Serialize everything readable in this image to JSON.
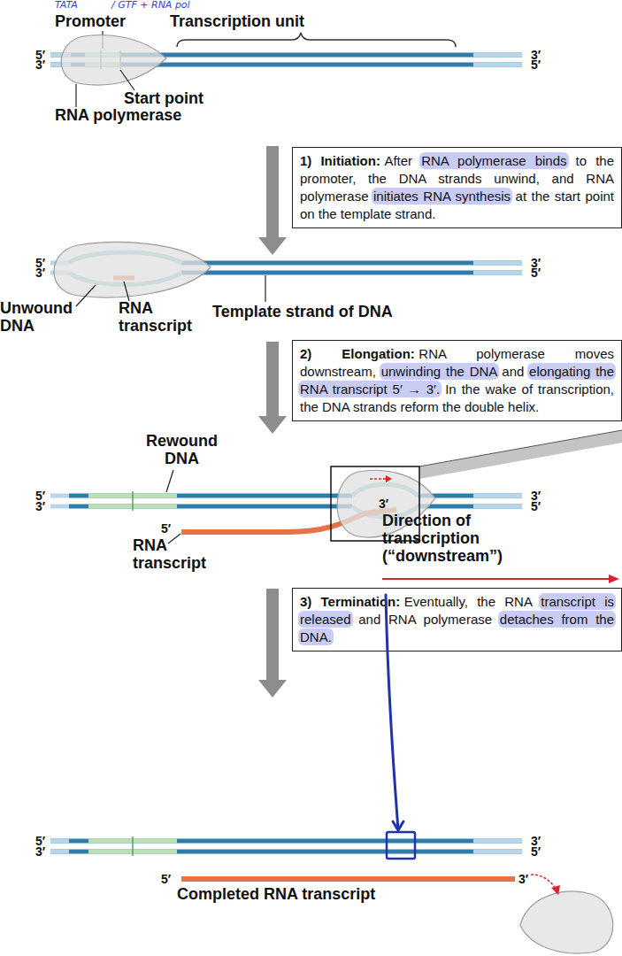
{
  "diagram": {
    "nodes": [
      {
        "text": [
          "1) Initiation:",
          "After RNA polymerase binds to the promoter, the DNA strands unwind, and RNA polymerase initiates RNA synthesis at the start point on the template strand."
        ]
      },
      {
        "text": [
          "2) Elongation:",
          "RNA polymerase moves downstream, unwinding the DNA and elongating the RNA transcript 5′ → 3′. In the wake of transcription, the DNA strands reform the double helix."
        ]
      },
      {
        "text": [
          "3) Termination:",
          "Eventually, the RNA transcript is released and RNA polymerase detaches from the DNA."
        ]
      }
    ],
    "labels": [
      "TATA",
      "/ GTF + RNA pol",
      "Promoter",
      "Transcription unit",
      "5′",
      "3′",
      "3′",
      "5′",
      "Start point",
      "RNA polymerase",
      "5′",
      "3′",
      "3′",
      "5′",
      "Unwound DNA",
      "RNA transcript",
      "Template strand of DNA",
      "Rewound DNA",
      "5′",
      "3′",
      "3′",
      "5′",
      "5′",
      "RNA transcript",
      "3′",
      "Direction of transcription (“downstream”)",
      "5′",
      "3′",
      "3′",
      "5′",
      "5′",
      "3′",
      "Completed RNA transcript"
    ]
  }
}
